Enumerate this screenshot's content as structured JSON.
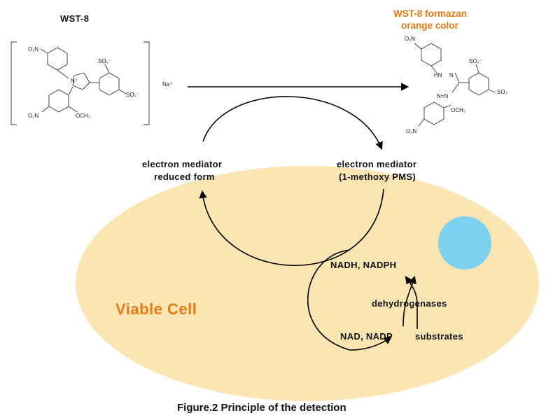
{
  "labels": {
    "reactant": "WST-8",
    "product_line1": "WST-8 formazan",
    "product_line2": "orange color",
    "mediator_reduced_line1": "electron mediator",
    "mediator_reduced_line2": "reduced form",
    "mediator_oxidized_line1": "electron mediator",
    "mediator_oxidized_line2": "(1-methoxy PMS)",
    "nadh": "NADH, NADPH",
    "dehydrogenases": "dehydrogenases",
    "nad": "NAD, NADP",
    "substrates": "substrates",
    "cell": "Viable Cell",
    "caption": "Figure.2 Principle of the detection"
  },
  "chem": {
    "no2": "O₂N",
    "so3": "SO₃⁻",
    "so3_plain": "SO₃",
    "och3": "OCH₃",
    "na": "Na⁺",
    "n_plus": "N⁺",
    "n": "N",
    "hn": "HN",
    "n_eq_n": "N=N"
  },
  "colors": {
    "cell_fill": "#fbe5b3",
    "nucleus_fill": "#7fd1f0",
    "cell_text": "#e07b16",
    "formazan_text": "#e07b16",
    "arrow": "#000000"
  }
}
